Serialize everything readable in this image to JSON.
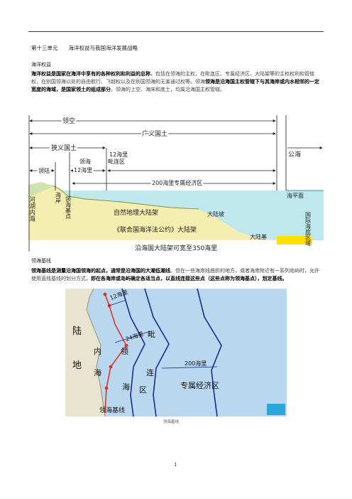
{
  "title": "第十三单元　　海洋权益与我国海洋发展战略",
  "section1": {
    "heading": "海洋权益",
    "bold1": "海洋权益是国家在海洋中享有的各种权利和利益的总称",
    "text1": "，包括在领海的主权，在毗连区、专属经济区、大陆架等的主权权利和管辖权，在别国领海以处的自由航行、飞越权以及在别国领海的无害通过权等。领海",
    "bold2": "领海是沿海国主权管辖下与其海岸或内水相邻的一定宽度的海域，是国家领土的组成部分",
    "text2": "。领海的上空、海床和底土，均属沿海国主权管辖。"
  },
  "figure1": {
    "labels": {
      "sky": "领空",
      "broad": "广义国土",
      "narrow": "狭义国土",
      "high_sea": "公海",
      "land": "领陆",
      "territorial": "领海",
      "nm12a": "12海里",
      "nm12b": "12海里",
      "contiguous": "毗连区",
      "eez": "200海里专属经济区",
      "river": "河湖内海",
      "coast": "海岸",
      "baseline_point": "领海基点",
      "sea_level": "海平面",
      "shelf_nat": "自然地理大陆架",
      "slope": "大陆坡",
      "seabed": "国际海底区域",
      "unclos": "《联合国海洋法公约》大陆架",
      "rise": "大陆基",
      "shelf350": "沿海国大陆架可宽至350海里"
    }
  },
  "section2": {
    "heading": "领海基线",
    "bold1": "领海基线是测量沿海国领海的起点，通常是沿海国的大潮低潮线",
    "text1": "。但在一些海岸线曲折的地方，或者海岸附近有一系列岛屿时，允许使用直线基线的划分方式，",
    "bold2": "即在各海岸或岛屿确定各适当点，以直线连接这些点（这些点称为领海基点），划定基线。"
  },
  "figure2": {
    "labels": {
      "lu": "陆",
      "di": "地",
      "nei": "内",
      "hai1": "海",
      "ling": "领",
      "hai2": "海",
      "pi": "毗",
      "lian": "连",
      "qu": "区",
      "nm12": "12海里",
      "nm24": "24海里",
      "nm200": "200海里",
      "eez": "专属经济区",
      "baseline": "领海基线"
    },
    "caption": "领海基线"
  },
  "page_number": "1",
  "colors": {
    "sea": "#bfe8ee",
    "land_yellow": "#f4eeb0",
    "land_green": "#cfe3b0",
    "map_blue": "#b9d8f0",
    "map_land": "#e8e4cf",
    "red": "#e0322a",
    "navy": "#1a2b8c"
  }
}
